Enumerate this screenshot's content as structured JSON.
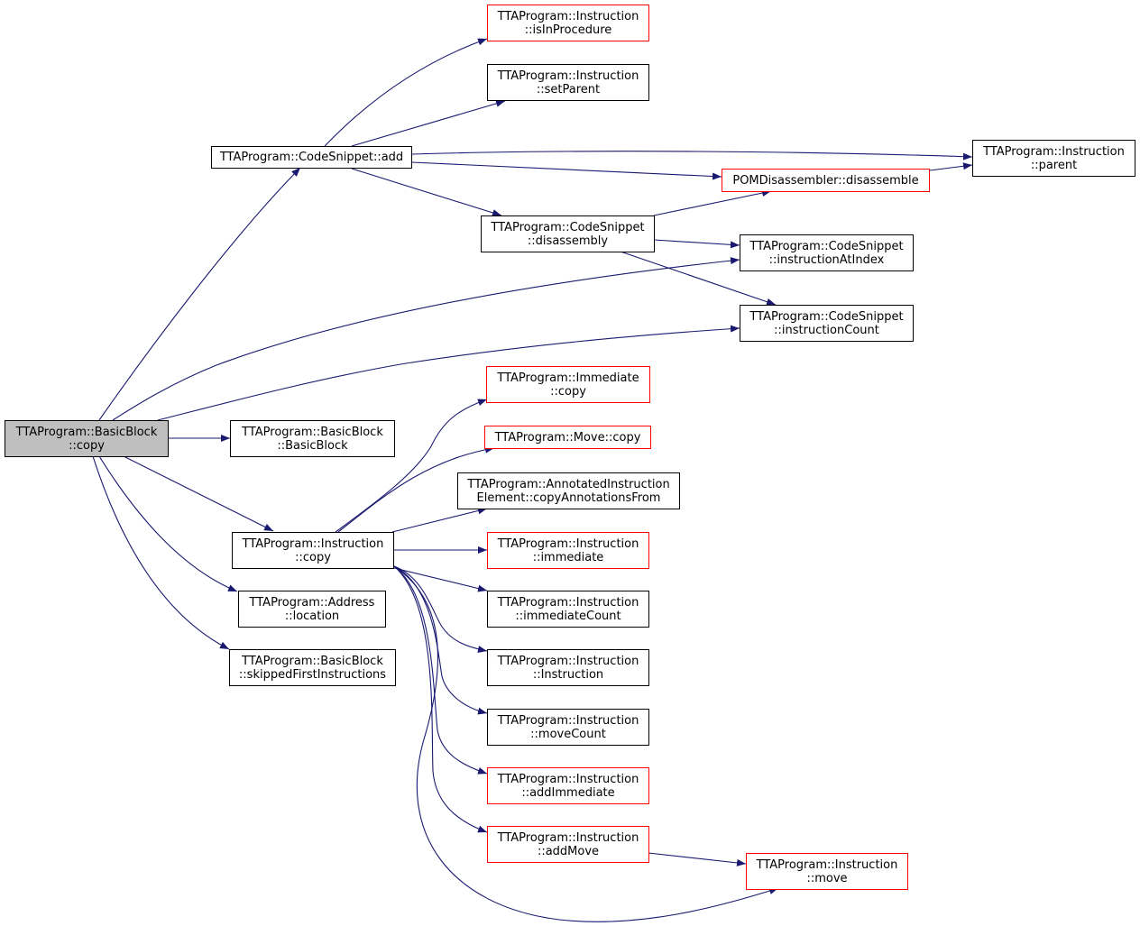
{
  "colors": {
    "edge": "#191970",
    "node_border": "#000000",
    "node_border_truncated": "#ff0000",
    "root_fill": "#bfbfbf"
  },
  "nodes": {
    "bb_copy": {
      "line1": "TTAProgram::BasicBlock",
      "line2": "::copy"
    },
    "cs_add": {
      "line1": "TTAProgram::CodeSnippet::add"
    },
    "bb_ctor": {
      "line1": "TTAProgram::BasicBlock",
      "line2": "::BasicBlock"
    },
    "instr_copy": {
      "line1": "TTAProgram::Instruction",
      "line2": "::copy"
    },
    "addr_location": {
      "line1": "TTAProgram::Address",
      "line2": "::location"
    },
    "bb_skipped": {
      "line1": "TTAProgram::BasicBlock",
      "line2": "::skippedFirstInstructions"
    },
    "instr_isInProcedure": {
      "line1": "TTAProgram::Instruction",
      "line2": "::isInProcedure"
    },
    "instr_setParent": {
      "line1": "TTAProgram::Instruction",
      "line2": "::setParent"
    },
    "cs_disassembly": {
      "line1": "TTAProgram::CodeSnippet",
      "line2": "::disassembly"
    },
    "pom_disassemble": {
      "line1": "POMDisassembler::disassemble"
    },
    "instr_parent": {
      "line1": "TTAProgram::Instruction",
      "line2": "::parent"
    },
    "cs_instructionAtIndex": {
      "line1": "TTAProgram::CodeSnippet",
      "line2": "::instructionAtIndex"
    },
    "cs_instructionCount": {
      "line1": "TTAProgram::CodeSnippet",
      "line2": "::instructionCount"
    },
    "imm_copy": {
      "line1": "TTAProgram::Immediate",
      "line2": "::copy"
    },
    "move_copy": {
      "line1": "TTAProgram::Move::copy"
    },
    "aie_copyAnnotations": {
      "line1": "TTAProgram::AnnotatedInstruction",
      "line2": "Element::copyAnnotationsFrom"
    },
    "instr_immediate": {
      "line1": "TTAProgram::Instruction",
      "line2": "::immediate"
    },
    "instr_immediateCount": {
      "line1": "TTAProgram::Instruction",
      "line2": "::immediateCount"
    },
    "instr_ctor": {
      "line1": "TTAProgram::Instruction",
      "line2": "::Instruction"
    },
    "instr_moveCount": {
      "line1": "TTAProgram::Instruction",
      "line2": "::moveCount"
    },
    "instr_addImmediate": {
      "line1": "TTAProgram::Instruction",
      "line2": "::addImmediate"
    },
    "instr_addMove": {
      "line1": "TTAProgram::Instruction",
      "line2": "::addMove"
    },
    "instr_move": {
      "line1": "TTAProgram::Instruction",
      "line2": "::move"
    }
  },
  "edges": [
    {
      "from": "bb_copy",
      "to": "cs_add"
    },
    {
      "from": "bb_copy",
      "to": "cs_instructionAtIndex"
    },
    {
      "from": "bb_copy",
      "to": "cs_instructionCount"
    },
    {
      "from": "bb_copy",
      "to": "bb_ctor"
    },
    {
      "from": "bb_copy",
      "to": "instr_copy"
    },
    {
      "from": "bb_copy",
      "to": "addr_location"
    },
    {
      "from": "bb_copy",
      "to": "bb_skipped"
    },
    {
      "from": "cs_add",
      "to": "instr_isInProcedure"
    },
    {
      "from": "cs_add",
      "to": "instr_setParent"
    },
    {
      "from": "cs_add",
      "to": "instr_parent"
    },
    {
      "from": "cs_add",
      "to": "pom_disassemble"
    },
    {
      "from": "cs_add",
      "to": "cs_disassembly"
    },
    {
      "from": "cs_disassembly",
      "to": "pom_disassemble"
    },
    {
      "from": "cs_disassembly",
      "to": "cs_instructionAtIndex"
    },
    {
      "from": "cs_disassembly",
      "to": "cs_instructionCount"
    },
    {
      "from": "pom_disassemble",
      "to": "instr_parent"
    },
    {
      "from": "instr_copy",
      "to": "imm_copy"
    },
    {
      "from": "instr_copy",
      "to": "move_copy"
    },
    {
      "from": "instr_copy",
      "to": "aie_copyAnnotations"
    },
    {
      "from": "instr_copy",
      "to": "instr_immediate"
    },
    {
      "from": "instr_copy",
      "to": "instr_immediateCount"
    },
    {
      "from": "instr_copy",
      "to": "instr_ctor"
    },
    {
      "from": "instr_copy",
      "to": "instr_moveCount"
    },
    {
      "from": "instr_copy",
      "to": "instr_addImmediate"
    },
    {
      "from": "instr_copy",
      "to": "instr_addMove"
    },
    {
      "from": "instr_copy",
      "to": "instr_move"
    },
    {
      "from": "instr_addMove",
      "to": "instr_move"
    }
  ]
}
